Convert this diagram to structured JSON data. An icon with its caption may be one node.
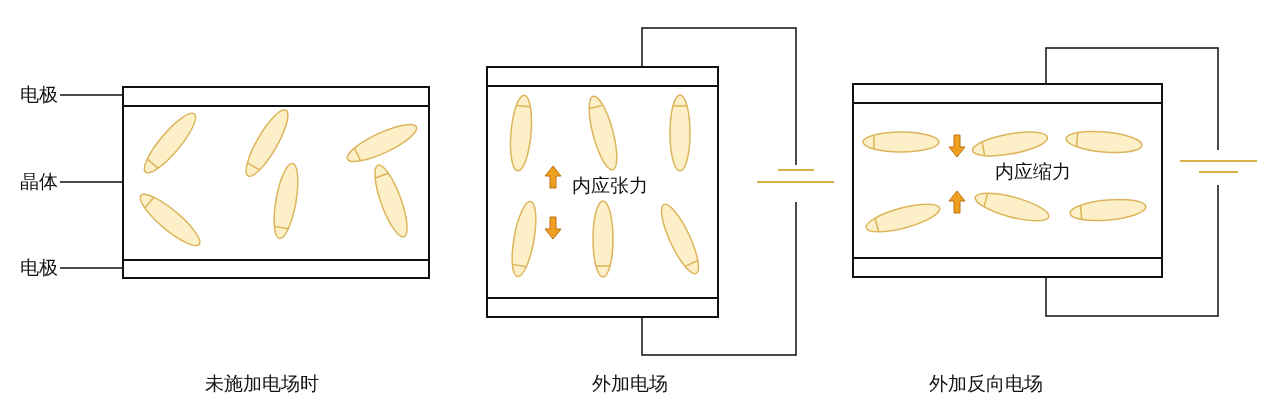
{
  "diagram": {
    "nodes": [
      {
        "text": [
          "电极"
        ]
      },
      {
        "text": [
          "晶体"
        ]
      },
      {
        "text": [
          "电极"
        ]
      },
      {
        "text": [],
        "shape": "box"
      },
      {
        "text": [],
        "shape": "box"
      },
      {
        "text": [],
        "shape": "box"
      }
    ],
    "edges": [
      {
        "from": 0,
        "to": 3,
        "arrow": "none"
      },
      {
        "from": 1,
        "to": 4,
        "arrow": "none"
      },
      {
        "from": 2,
        "to": 5,
        "arrow": "none"
      }
    ],
    "labels": [
      "内应张力",
      "内应缩力",
      "未施加电场时",
      "外加电场",
      "外加反向电场"
    ]
  }
}
